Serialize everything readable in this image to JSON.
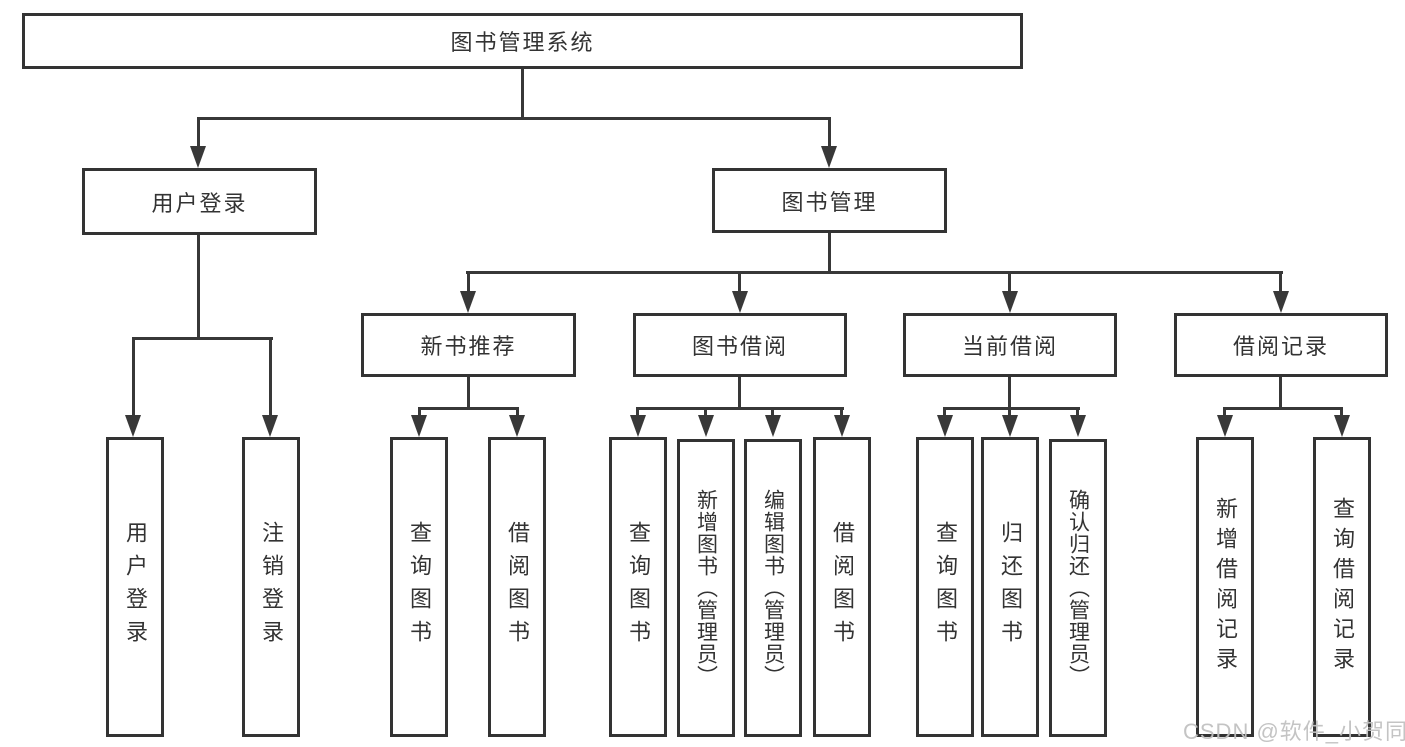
{
  "tree": {
    "root": {
      "label": "图书管理系统"
    },
    "level2": [
      {
        "label": "用户登录"
      },
      {
        "label": "图书管理"
      }
    ],
    "level3": [
      {
        "label": "新书推荐"
      },
      {
        "label": "图书借阅"
      },
      {
        "label": "当前借阅"
      },
      {
        "label": "借阅记录"
      }
    ],
    "leaves": {
      "user": [
        "用户登录",
        "注销登录"
      ],
      "recommend": [
        "查询图书",
        "借阅图书"
      ],
      "borrow": [
        "查询图书",
        "新增图书（管理员）",
        "编辑图书（管理员）",
        "借阅图书"
      ],
      "current": [
        "查询图书",
        "归还图书",
        "确认归还（管理员）"
      ],
      "records": [
        "新增借阅记录",
        "查询借阅记录"
      ]
    }
  },
  "watermark": "CSDN @软件_小贺同学",
  "colors": {
    "line": "#383838",
    "box_border": "#333333",
    "text": "#333333",
    "watermark": "#c1c1c1",
    "background": "#ffffff"
  }
}
